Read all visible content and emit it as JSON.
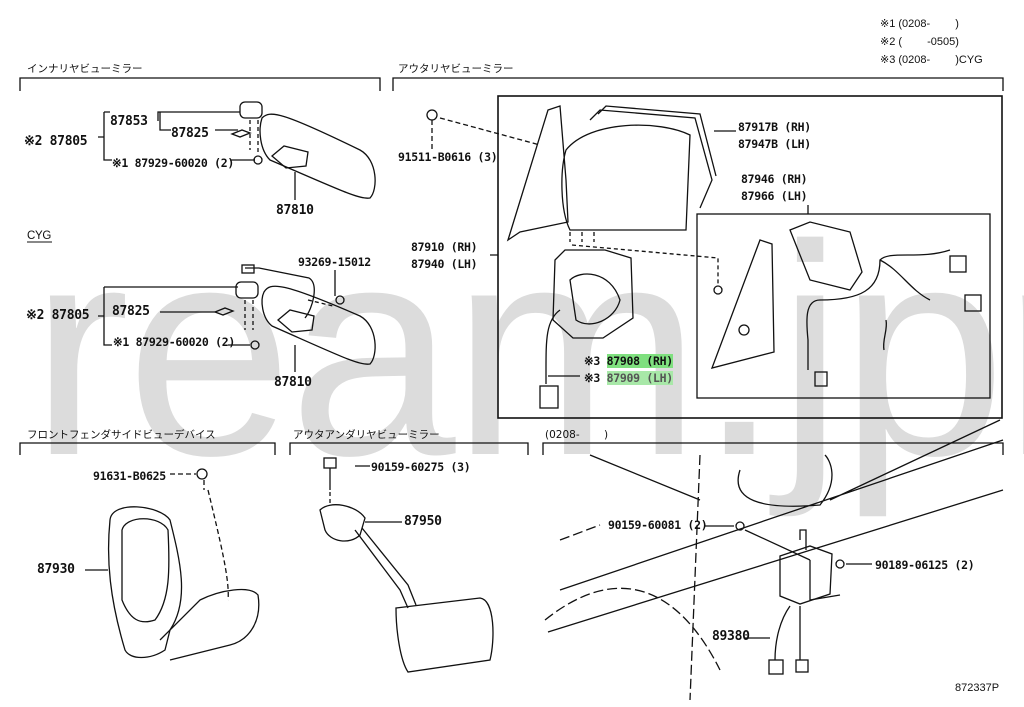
{
  "watermark": "ream.jpn",
  "notes": [
    "※1 (0208-　　 )",
    "※2 (　　 -0505)",
    "※3 (0208-　　 )CYG"
  ],
  "sections": {
    "inner_mirror": {
      "title": "インナリヤビューミラー"
    },
    "outer_mirror": {
      "title": "アウタリヤビューミラー"
    },
    "fender_device": {
      "title": "フロントフェンダサイドビューデバイス"
    },
    "outer_under_mirror": {
      "title": "アウタアンダリヤビューミラー"
    },
    "module": {
      "title": "(0208-　　 )"
    }
  },
  "cyg_label": "CYG",
  "parts": {
    "inner_a": {
      "assy": "※2 87805",
      "p1": "87853",
      "p2": "87825",
      "p3": "※1 87929-60020 (2)",
      "p4": "87810"
    },
    "inner_b": {
      "assy": "※2 87805",
      "p1": "87825",
      "p2": "※1 87929-60020 (2)",
      "p3": "87810",
      "p4": "93269-15012"
    },
    "outer": {
      "bolt": "91511-B0616 (3)",
      "cover_rh": "87917B (RH)",
      "cover_lh": "87947B (LH)",
      "assy_rh": "87910 (RH)",
      "assy_lh": "87940 (LH)",
      "sub_rh": "87946 (RH)",
      "sub_lh": "87966 (LH)",
      "motor_rh_mark": "※3",
      "motor_rh": "87908 (RH)",
      "motor_lh_mark": "※3",
      "motor_lh": "87909 (LH)"
    },
    "fender": {
      "bolt": "91631-B0625",
      "mirror": "87930"
    },
    "under": {
      "bolt": "90159-60275 (3)",
      "mirror": "87950"
    },
    "module": {
      "bolt1": "90159-60081 (2)",
      "bolt2": "90189-06125 (2)",
      "unit": "89380"
    }
  },
  "diagram_code": "872337P"
}
